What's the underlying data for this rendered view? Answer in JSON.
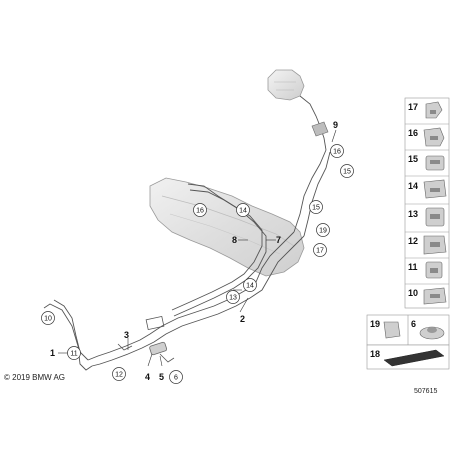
{
  "diagram": {
    "copyright": "© 2019 BMW AG",
    "drawing_number": "507615",
    "plain_labels": [
      "1",
      "2",
      "3",
      "4",
      "5",
      "7",
      "8",
      "9"
    ],
    "circled_labels": [
      "11",
      "12",
      "6",
      "10",
      "13",
      "14",
      "14",
      "15",
      "15",
      "16",
      "16",
      "17",
      "19"
    ],
    "panel_labels": [
      "17",
      "16",
      "15",
      "14",
      "13",
      "12",
      "11",
      "10",
      "6",
      "19",
      "18"
    ]
  }
}
